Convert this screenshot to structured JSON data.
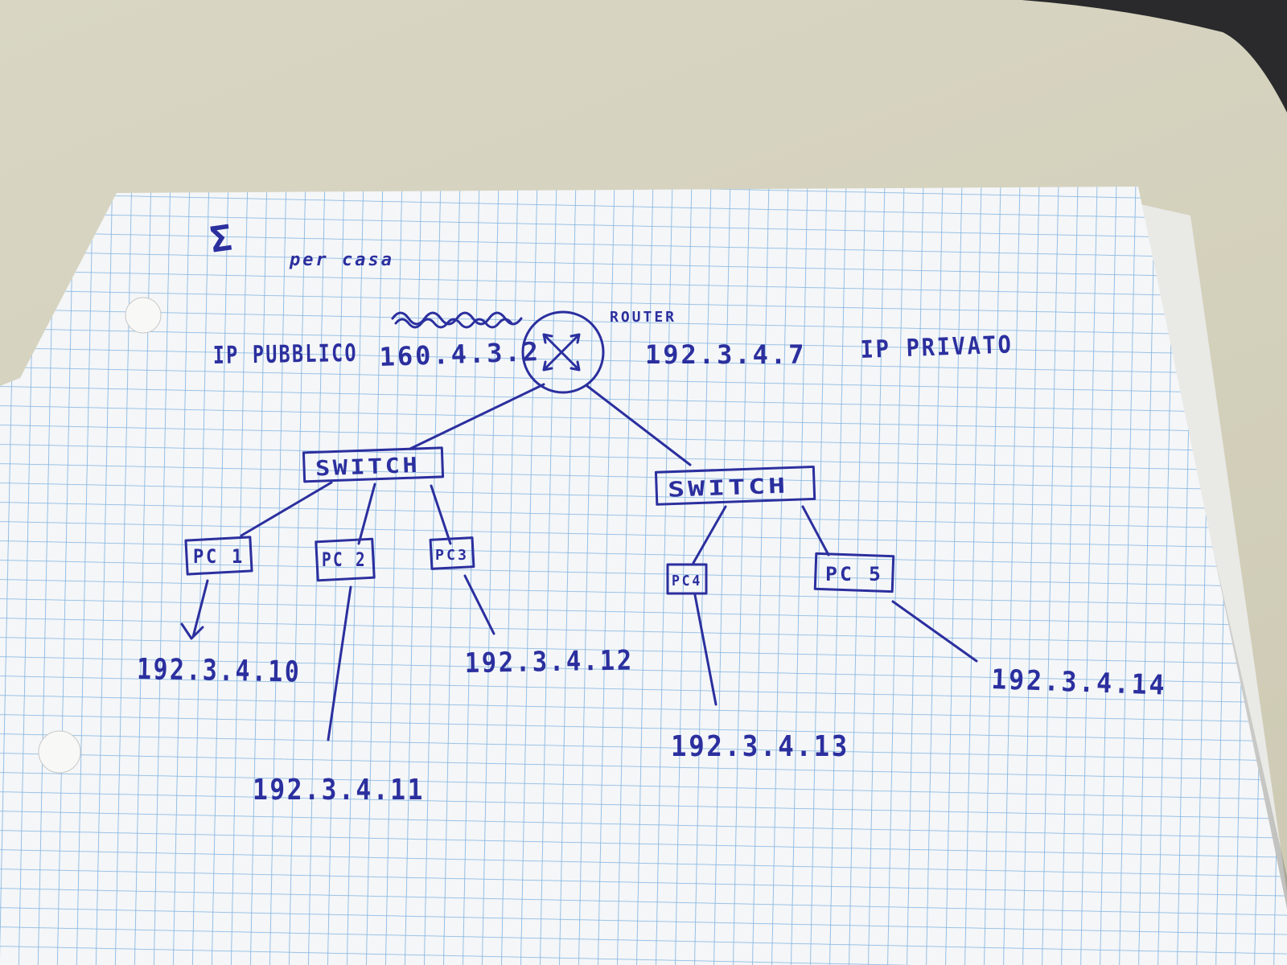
{
  "note": {
    "heading_mark": "Σ",
    "heading_words": "per casa",
    "router_label": "ROUTER",
    "public_ip_label": "IP PUBBLICO",
    "public_ip": "160.4.3.2",
    "private_ip": "192.3.4.7",
    "private_ip_label": "IP PRIVATO",
    "switch_left_label": "SWITCH",
    "switch_right_label": "SWITCH",
    "pcs": [
      {
        "label": "PC 1",
        "ip": "192.3.4.10"
      },
      {
        "label": "PC 2",
        "ip": "192.3.4.11"
      },
      {
        "label": "PC3",
        "ip": "192.3.4.12"
      },
      {
        "label": "PC4",
        "ip": "192.3.4.13"
      },
      {
        "label": "PC 5",
        "ip": "192.3.4.14"
      }
    ]
  },
  "colors": {
    "ink": "#2b2f9e",
    "grid_line": "#7fb2df",
    "paper": "#f4f6f8",
    "desk": "#d6d3bf"
  }
}
